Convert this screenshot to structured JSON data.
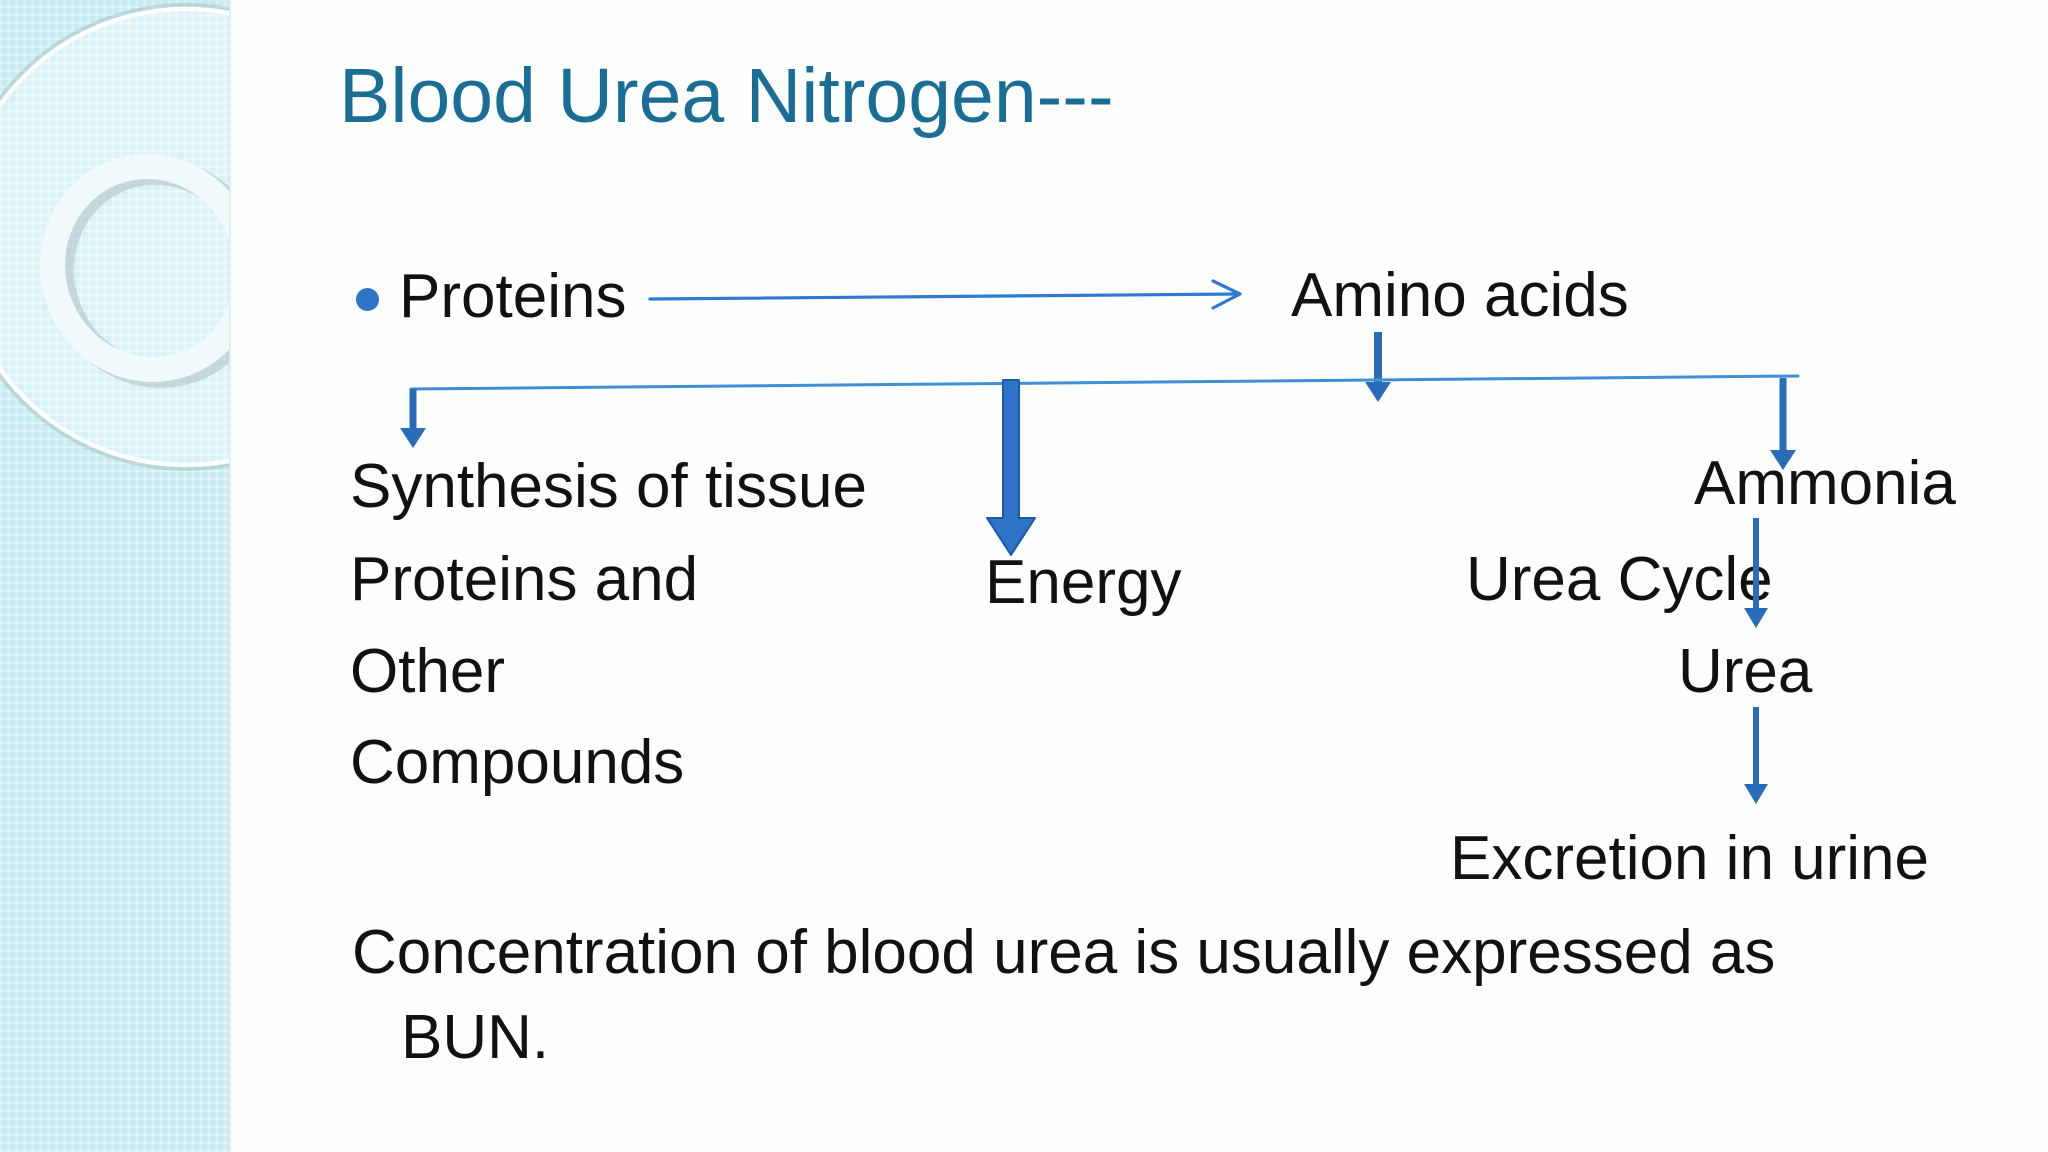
{
  "slide": {
    "title": "Blood Urea Nitrogen---",
    "colors": {
      "title_color": "#1b6d94",
      "text_color": "#111111",
      "thin_arrow": "#2e7ad1",
      "connector": "#3f8ed6",
      "arrow_blue": "#2a6cb8",
      "thick_arrow_fill": "#2e73c5",
      "thick_arrow_edge": "#1d5ca3",
      "bullet_blue": "#2d74c7",
      "sidebar_bg": "#c9edf1"
    },
    "flow": {
      "proteins": "Proteins",
      "amino_acids": "Amino acids",
      "synthesis_line1": "Synthesis of tissue",
      "synthesis_line2": "Proteins and",
      "synthesis_line3": "Other",
      "synthesis_line4": "Compounds",
      "energy": "Energy",
      "ammonia": "Ammonia",
      "urea_cycle": "Urea Cycle",
      "urea": "Urea",
      "excretion": "Excretion in urine"
    },
    "footer": {
      "line1": "Concentration of blood urea is usually expressed as",
      "line2": "BUN."
    }
  }
}
